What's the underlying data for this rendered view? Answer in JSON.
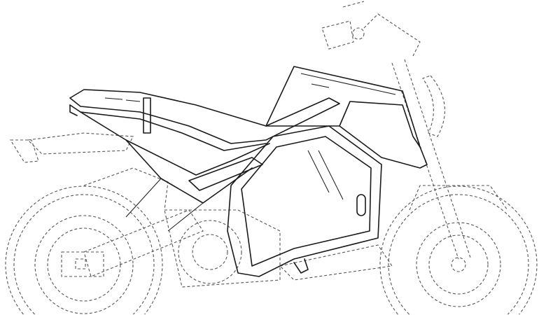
{
  "drawing": {
    "style": "patent line drawing",
    "colors": {
      "background": "#ffffff",
      "solid_line": "#1a1a1a",
      "dashed_line": "#555555"
    },
    "solid_parts": [
      "seat",
      "fuel-tank-cover",
      "battery-side-panel",
      "frame-cover"
    ],
    "dashed_parts": [
      "rear-wheel",
      "front-wheel",
      "front-fork",
      "handlebar",
      "headlight",
      "rear-fender",
      "swingarm",
      "engine-case"
    ]
  }
}
